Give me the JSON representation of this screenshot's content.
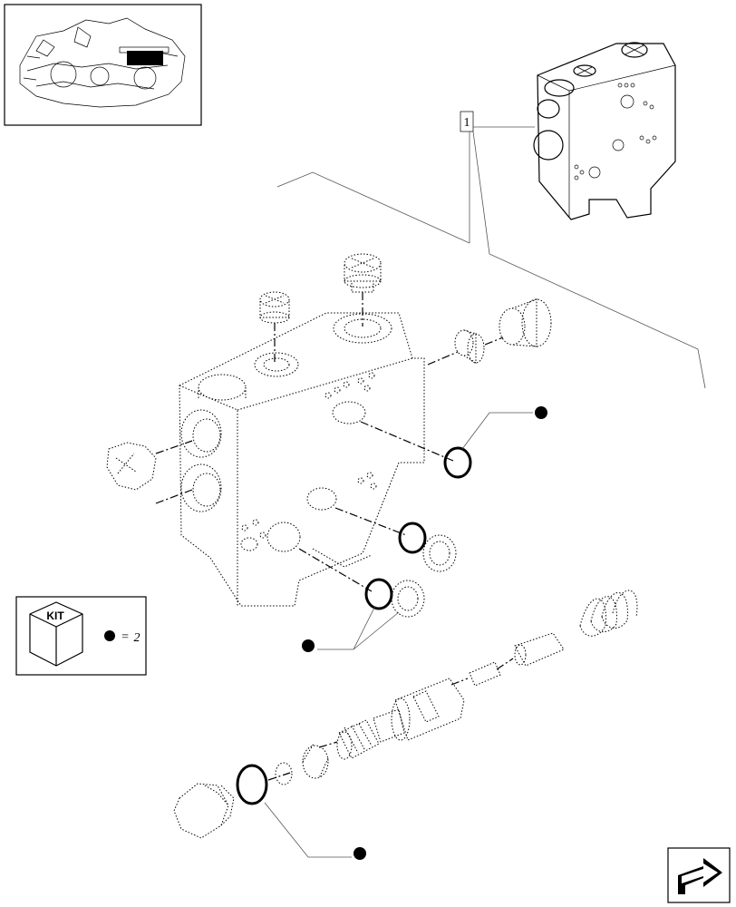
{
  "reference_label": "1",
  "kit_box": {
    "kit_label": "KIT",
    "equals_sign": "=",
    "quantity": "2"
  },
  "kit_callouts": [
    {
      "marker": "kit-dot"
    },
    {
      "marker": "kit-dot"
    },
    {
      "marker": "kit-dot"
    }
  ],
  "navigation": {
    "icon": "next-page-arrow-icon"
  }
}
